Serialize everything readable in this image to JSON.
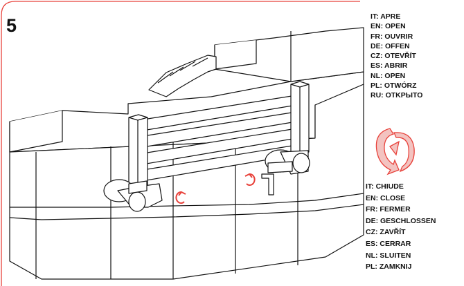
{
  "step_number": "5",
  "colors": {
    "accent": "#e8413a",
    "line": "#111111"
  },
  "open_labels": [
    "IT: APRE",
    "EN: OPEN",
    "FR: OUVRIR",
    "DE: OFFEN",
    "CZ: OTEVŘÍT",
    "ES: ABRIR",
    "NL: OPEN",
    "PL: OTWÓRZ",
    "RU: OTKPЫTO"
  ],
  "close_labels": [
    "IT: CHIUDE",
    "EN: CLOSE",
    "FR: FERMER",
    "DE: GESCHLOSSEN",
    "CZ: ZAVŘÍT",
    "ES: CERRAR",
    "NL: SLUITEN",
    "PL: ZAMKNIJ"
  ],
  "icons": [
    "rotation-arrow-icon",
    "valve-icon",
    "allen-key-icon"
  ]
}
